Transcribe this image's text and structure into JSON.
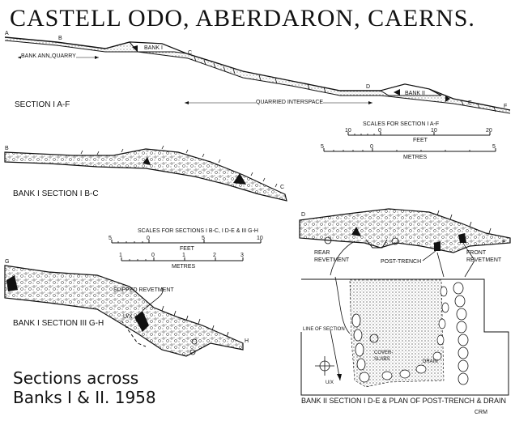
{
  "title": "CASTELL ODO, ABERDARON, CAERNS.",
  "section1": {
    "label": "SECTION I A-F",
    "points": [
      "A",
      "B",
      "C",
      "D",
      "E",
      "F"
    ],
    "bank1": "BANK I",
    "bank2": "BANK II",
    "bank_ann": "BANK ANN",
    "quarry": "QUARRY",
    "quarried": "QUARRIED INTERSPACE"
  },
  "scale1": {
    "title": "SCALES FOR SECTION I A-F",
    "feet": "FEET",
    "metres": "METRES",
    "feet_ticks": [
      "10",
      "0",
      "10",
      "20"
    ],
    "metre_ticks": [
      "5",
      "0",
      "5"
    ]
  },
  "bank1_bc": {
    "label": "BANK I SECTION I B-C",
    "points": [
      "B",
      "C"
    ]
  },
  "scale2": {
    "title": "SCALES FOR SECTIONS I B-C, I D-E & III G-H",
    "feet": "FEET",
    "metres": "METRES",
    "feet_ticks": [
      "5",
      "0",
      "5",
      "10"
    ],
    "metre_ticks": [
      "1",
      "0",
      "1",
      "2",
      "3"
    ]
  },
  "bank1_gh": {
    "label": "BANK I SECTION III G-H",
    "points": [
      "G",
      "H"
    ],
    "slipped": "SLIPPED REVETMENT",
    "ux": "U/X"
  },
  "bank2_de": {
    "label": "BANK II SECTION I D-E & PLAN OF POST-TRENCH & DRAIN",
    "points": [
      "D",
      "E"
    ],
    "rear": "REAR REVETMENT",
    "post_trench": "POST-TRENCH",
    "front": "FRONT REVETMENT",
    "line_of_section": "LINE OF SECTION",
    "cover": "COVER-SLABS",
    "drain": "DRAIN",
    "ux": "U/X"
  },
  "caption": {
    "line1": "Sections across",
    "line2": "Banks I & II. 1958"
  },
  "initials": "CRM"
}
